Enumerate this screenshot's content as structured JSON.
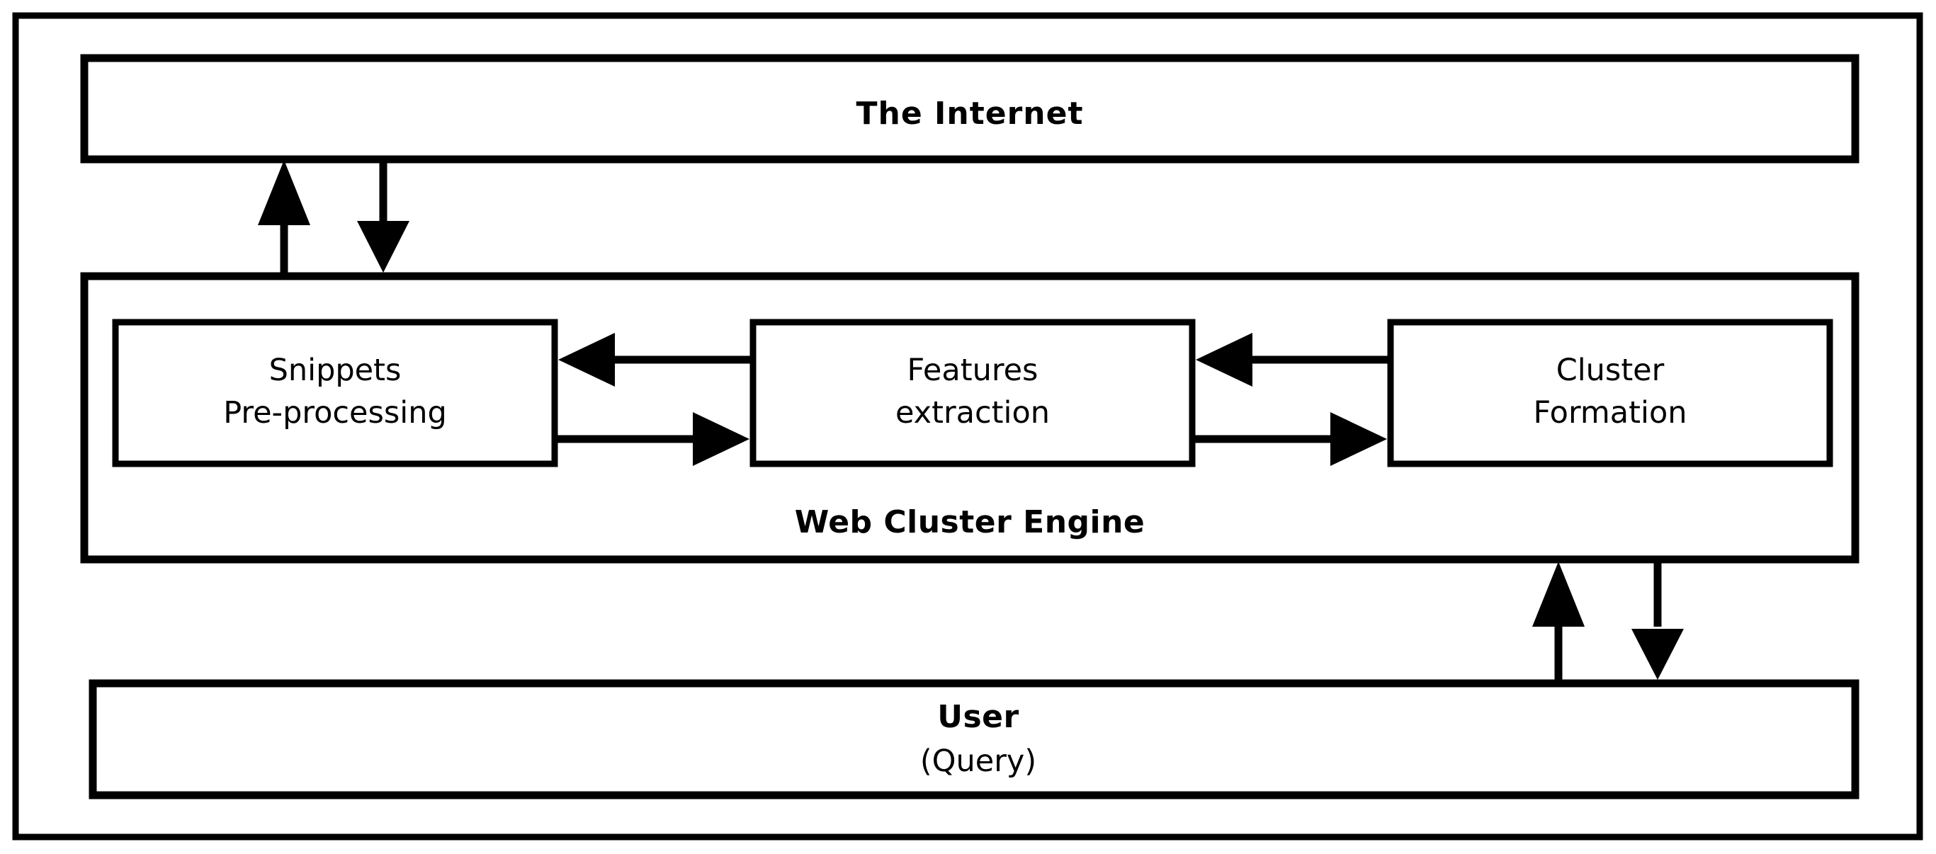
{
  "diagram": {
    "title": "Web Cluster Engine Architecture",
    "type": "block-diagram",
    "colors": {
      "background": "#ffffff",
      "stroke": "#000000",
      "box_fill": "#ffffff",
      "text": "#000000"
    },
    "outer_frame": {
      "name": "system-boundary",
      "label": ""
    },
    "nodes": {
      "internet": {
        "label": "The Internet",
        "weight": "bold"
      },
      "web_cluster_engine": {
        "label": "Web Cluster Engine",
        "weight": "bold"
      },
      "snippets_preprocessing": {
        "line1": "Snippets",
        "line2": "Pre-processing",
        "weight": "normal"
      },
      "features_extraction": {
        "line1": "Features",
        "line2": "extraction",
        "weight": "normal"
      },
      "cluster_formation": {
        "line1": "Cluster",
        "line2": "Formation",
        "weight": "normal"
      },
      "user": {
        "line1": "User",
        "line2": "(Query)",
        "weight_line1": "bold",
        "weight_line2": "normal"
      }
    },
    "connections": [
      {
        "id": "engine-to-internet",
        "from": "web_cluster_engine",
        "to": "internet",
        "direction": "up",
        "icon": "arrow-up-icon"
      },
      {
        "id": "internet-to-engine",
        "from": "internet",
        "to": "web_cluster_engine",
        "direction": "down",
        "icon": "arrow-down-icon"
      },
      {
        "id": "features-to-snippets",
        "from": "features_extraction",
        "to": "snippets_preprocessing",
        "direction": "left",
        "icon": "arrow-left-icon"
      },
      {
        "id": "snippets-to-features",
        "from": "snippets_preprocessing",
        "to": "features_extraction",
        "direction": "right",
        "icon": "arrow-right-icon"
      },
      {
        "id": "cluster-to-features",
        "from": "cluster_formation",
        "to": "features_extraction",
        "direction": "left",
        "icon": "arrow-left-icon"
      },
      {
        "id": "features-to-cluster",
        "from": "features_extraction",
        "to": "cluster_formation",
        "direction": "right",
        "icon": "arrow-right-icon"
      },
      {
        "id": "user-to-engine",
        "from": "user",
        "to": "web_cluster_engine",
        "direction": "up",
        "icon": "arrow-up-icon"
      },
      {
        "id": "engine-to-user",
        "from": "web_cluster_engine",
        "to": "user",
        "direction": "down",
        "icon": "arrow-down-icon"
      }
    ]
  }
}
